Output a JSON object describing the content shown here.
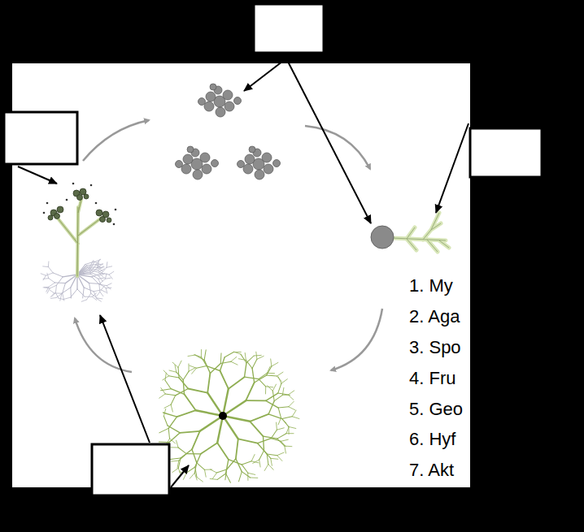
{
  "diagram": {
    "labels": [
      "1. My",
      "2. Aga",
      "3. Spo",
      "4. Fru",
      "5. Geo",
      "6. Hyf",
      "7. Akt"
    ]
  }
}
